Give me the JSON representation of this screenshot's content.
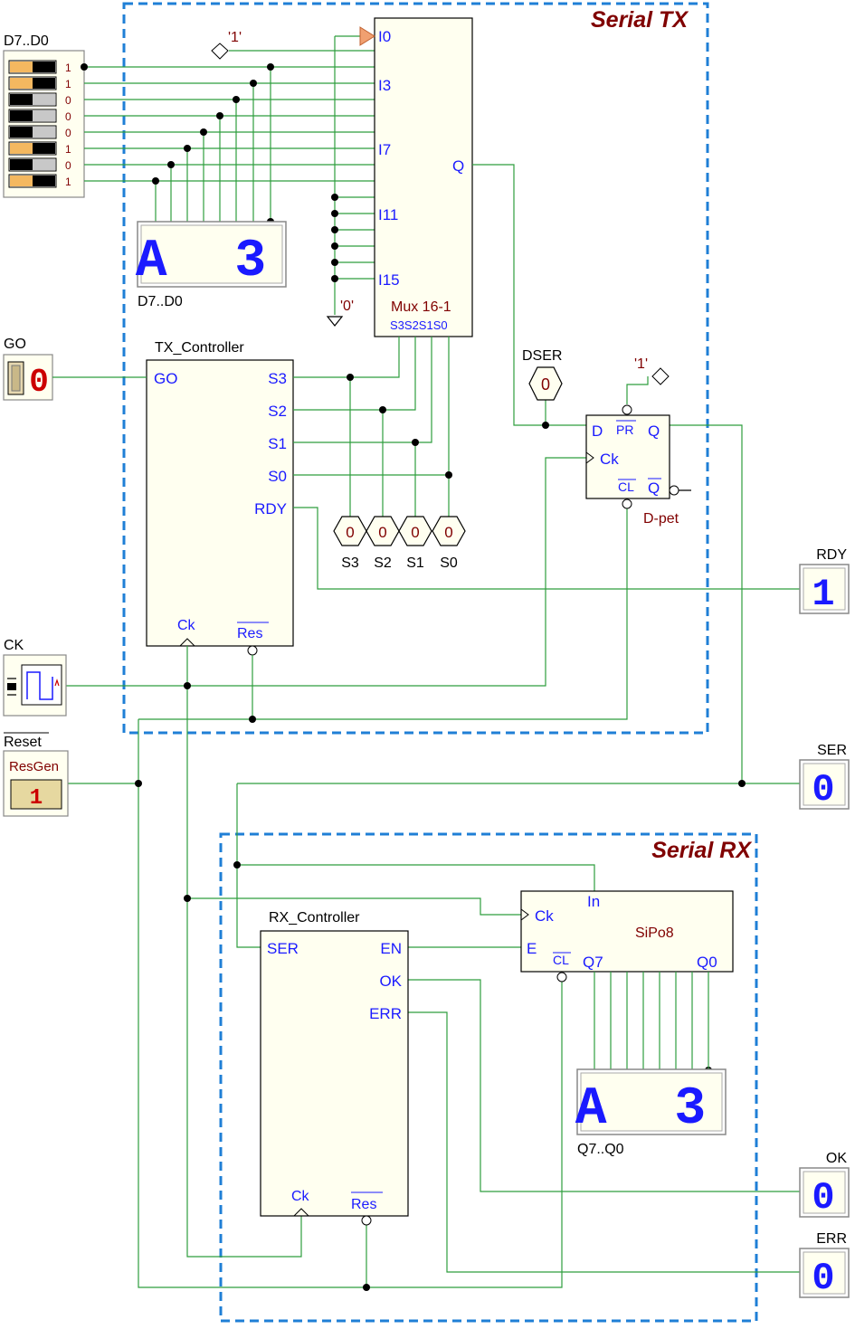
{
  "colors": {
    "wire": "#2e9e3e",
    "pin_label": "#1a1aff",
    "title": "#800000",
    "frame": "#1f7fd6",
    "chip_fill": "#fffff0",
    "display_digit": "#1a1aff",
    "go_digit": "#cc0000"
  },
  "groups": {
    "tx_title": "Serial TX",
    "rx_title": "Serial RX"
  },
  "inputs": {
    "dip_label": "D7..D0",
    "dip_bits": [
      "1",
      "1",
      "0",
      "0",
      "0",
      "1",
      "0",
      "1"
    ],
    "go_label": "GO",
    "go_value": "0",
    "ck_label": "CK",
    "reset_label": "Reset",
    "resgen_label": "ResGen",
    "resgen_value": "1",
    "const_one": "'1'",
    "const_zero": "'0'"
  },
  "tx": {
    "display_label": "D7..D0",
    "display_value": "A 3",
    "mux": {
      "name": "Mux 16-1",
      "pins": [
        "I0",
        "I3",
        "I7",
        "I11",
        "I15"
      ],
      "out": "Q",
      "selects": "S3S2S1S0"
    },
    "controller": {
      "name": "TX_Controller",
      "in_go": "GO",
      "outs": [
        "S3",
        "S2",
        "S1",
        "S0",
        "RDY"
      ],
      "ck": "Ck",
      "res": "Res"
    },
    "probes": [
      "S3",
      "S2",
      "S1",
      "S0"
    ],
    "probe_values": [
      "0",
      "0",
      "0",
      "0"
    ],
    "dser_label": "DSER",
    "dser_value": "0",
    "dff": {
      "name": "D-pet",
      "d": "D",
      "pr": "PR",
      "q": "Q",
      "ck": "Ck",
      "cl": "CL",
      "qn": "Q",
      "pr_const": "'1'"
    }
  },
  "outputs": {
    "rdy_label": "RDY",
    "rdy_value": "1",
    "ser_label": "SER",
    "ser_value": "0",
    "ok_label": "OK",
    "ok_value": "0",
    "err_label": "ERR",
    "err_value": "0"
  },
  "rx": {
    "controller": {
      "name": "RX_Controller",
      "ser": "SER",
      "outs": [
        "EN",
        "OK",
        "ERR"
      ],
      "ck": "Ck",
      "res": "Res"
    },
    "sipo": {
      "name": "SiPo8",
      "in": "In",
      "ck": "Ck",
      "e": "E",
      "cl": "CL",
      "q7": "Q7",
      "q0": "Q0"
    },
    "display_label": "Q7..Q0",
    "display_value": "A 3"
  }
}
